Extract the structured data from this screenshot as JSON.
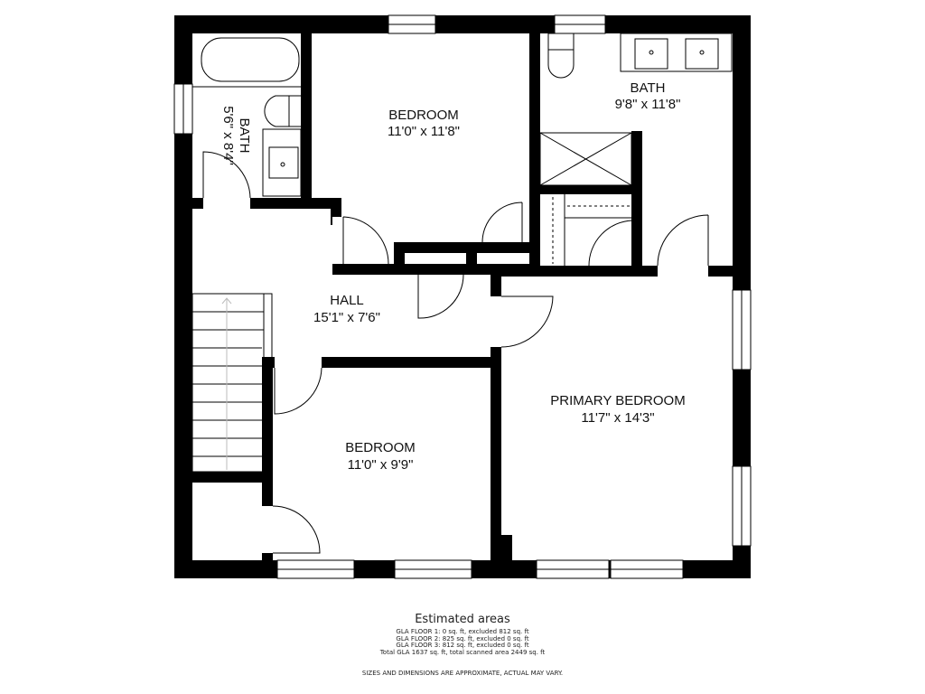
{
  "floorplan": {
    "rooms": [
      {
        "id": "bath-small",
        "name": "BATH",
        "dims": "5'6\" x 8'4\"",
        "rotated": true
      },
      {
        "id": "bedroom-top",
        "name": "BEDROOM",
        "dims": "11'0\" x 11'8\""
      },
      {
        "id": "bath-primary",
        "name": "BATH",
        "dims": "9'8\" x 11'8\""
      },
      {
        "id": "hall",
        "name": "HALL",
        "dims": "15'1\" x 7'6\""
      },
      {
        "id": "bedroom-bottom",
        "name": "BEDROOM",
        "dims": "11'0\" x 9'9\""
      },
      {
        "id": "primary-bedroom",
        "name": "PRIMARY BEDROOM",
        "dims": "11'7\" x 14'3\""
      }
    ]
  },
  "footer": {
    "title": "Estimated areas",
    "lines": [
      "GLA FLOOR 1: 0 sq. ft, excluded 812 sq. ft",
      "GLA FLOOR 2: 825 sq. ft, excluded 0 sq. ft",
      "GLA FLOOR 3: 812 sq. ft, excluded 0 sq. ft",
      "Total GLA 1637 sq. ft, total scanned area 2449 sq. ft"
    ],
    "disclaimer": "SIZES AND DIMENSIONS ARE APPROXIMATE, ACTUAL MAY VARY."
  },
  "colors": {
    "wall": "#000000",
    "background": "#ffffff"
  }
}
